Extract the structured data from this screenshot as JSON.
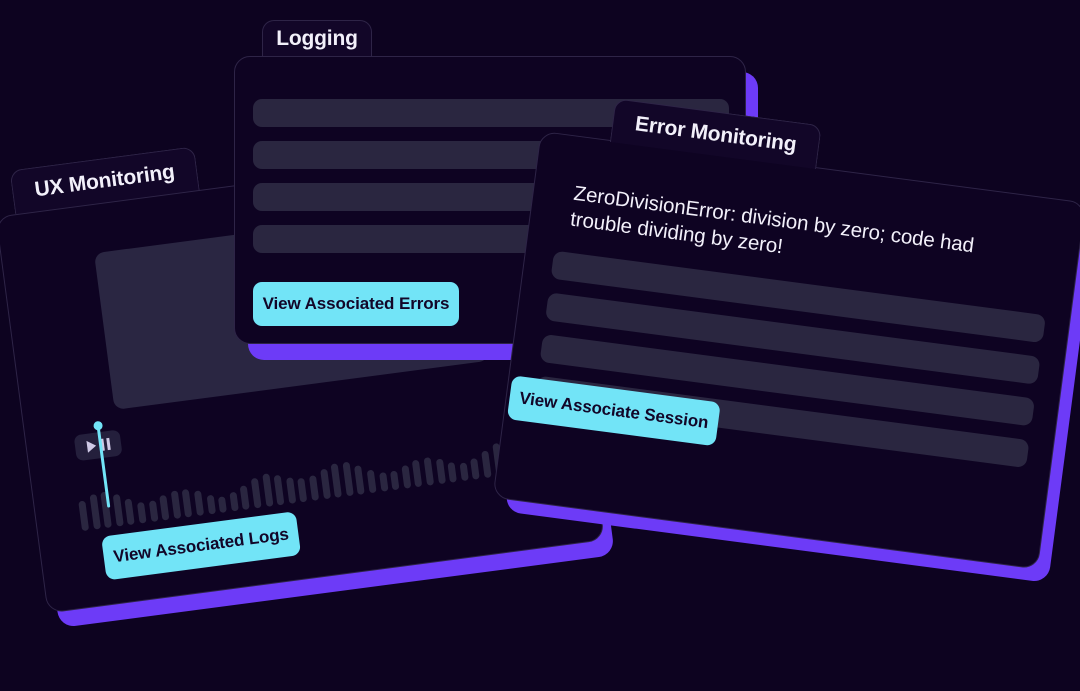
{
  "theme": {
    "background": "#0d0320",
    "card_background": "#120628",
    "card_border": "#2e2447",
    "row_fill": "#2a2640",
    "accent_purple": "#6d3bf7",
    "accent_cyan": "#72e4f7",
    "text_primary": "#f2f0fa",
    "button_text": "#120628",
    "video_placeholder": "#2a2642"
  },
  "cards": {
    "ux_monitoring": {
      "tab_label": "UX Monitoring",
      "button_label": "View Associated Logs",
      "play_icon": "play-pause-icon",
      "waveform_bar_count": 40,
      "playhead_position_percent": 7
    },
    "logging": {
      "tab_label": "Logging",
      "button_label": "View Associated Errors",
      "row_count": 4
    },
    "error_monitoring": {
      "tab_label": "Error Monitoring",
      "message": "ZeroDivisionError: division by zero; code had trouble dividing by zero!",
      "button_label": "View Associate Session",
      "row_count": 4
    }
  }
}
